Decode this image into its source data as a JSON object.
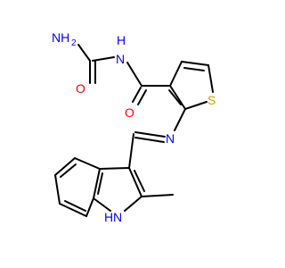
{
  "molecule": {
    "atoms": {
      "nh2": "NH",
      "nh2_sub": "2",
      "o_urea": "O",
      "n_amide": "N",
      "h_amide": "H",
      "o_amide": "O",
      "s_thiophene": "S",
      "n_imine": "N",
      "n_indole": "N",
      "h_indole": "H"
    },
    "colors": {
      "bond": "#000000",
      "nitrogen": "#0000ff",
      "oxygen": "#ff0000",
      "sulfur": "#c8a200"
    }
  }
}
